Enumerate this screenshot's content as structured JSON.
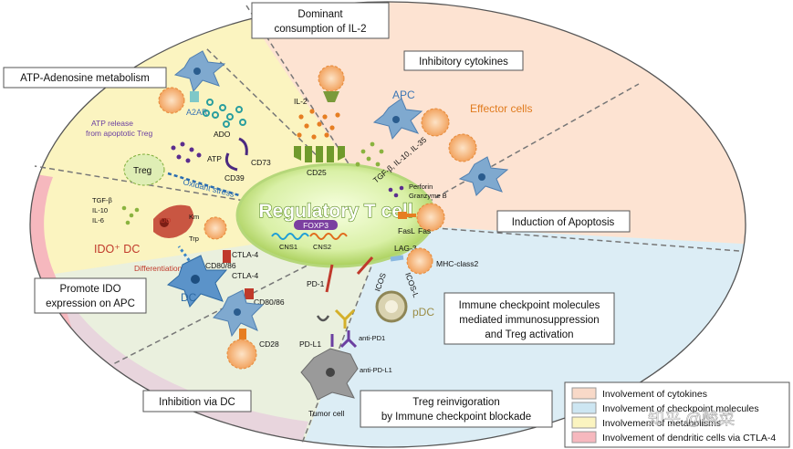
{
  "title_boxes": {
    "il2": [
      "Dominant",
      "consumption of IL-2"
    ],
    "atp": "ATP-Adenosine metabolism",
    "inhibitory": "Inhibitory cytokines",
    "apoptosis": "Induction of Apoptosis",
    "ido": [
      "Promote IDO",
      "expression on APC"
    ],
    "checkpoint": [
      "Immune checkpoint molecules",
      "mediated immunosuppression",
      "and Treg activation"
    ],
    "dc_inhibition": "Inhibition via DC",
    "reinvigoration": [
      "Treg reinvigoration",
      "by Immune checkpoint blockade"
    ]
  },
  "center": {
    "title": "Regulatory T cell",
    "foxp3": "FOXP3",
    "cns1": "CNS1",
    "cns2": "CNS2"
  },
  "labels": {
    "il2": "IL-2",
    "cd25": "CD25",
    "apc": "APC",
    "effector": "Effector cells",
    "cytokines": "TGF-β, IL-10, IL-35",
    "perforin": "Perforin",
    "granzyme": "Granzyme B",
    "fasl": "FasL",
    "fas": "Fas",
    "a2ar": "A2AR",
    "atp_release": [
      "ATP release",
      "from apoptotic Treg"
    ],
    "ado": "ADO",
    "atp": "ATP",
    "cd73": "CD73",
    "cd39": "CD39",
    "treg": "Treg",
    "oxidant": "Oxidant stress",
    "tgfb": "TGF-β",
    "il10": "IL-10",
    "il6": "IL-6",
    "ido": "IDO",
    "km": "Km",
    "trp": "Trp",
    "ido_dc": "IDO⁺ DC",
    "differentiation": "Differentiation",
    "dc": "DC",
    "cd80_86_a": "CD80/86",
    "ctla4_a": "CTLA-4",
    "ctla4_b": "CTLA-4",
    "cd80_86_b": "CD80/86",
    "cd28": "CD28",
    "lag3": "LAG-3",
    "mhc2": "MHC-class2",
    "icos": "ICOS",
    "icosl": "ICOS-L",
    "pdc": "pDC",
    "pd1": "PD-1",
    "pdl1": "PD-L1",
    "anti_pd1": "anti-PD1",
    "anti_pdl1": "anti-PD-L1",
    "tumor": "Tumor cell"
  },
  "legend": {
    "items": [
      {
        "label": "Involvement of cytokines",
        "color": "#f8d9c8"
      },
      {
        "label": "Involvement of checkpoint molecules",
        "color": "#cde6f2"
      },
      {
        "label": "Involvement of metabolisms",
        "color": "#fbf4c0"
      },
      {
        "label": "Involvement of dendritic cells via CTLA-4",
        "color": "#f6b8be"
      }
    ]
  },
  "watermark": "知乎 @酸菜"
}
